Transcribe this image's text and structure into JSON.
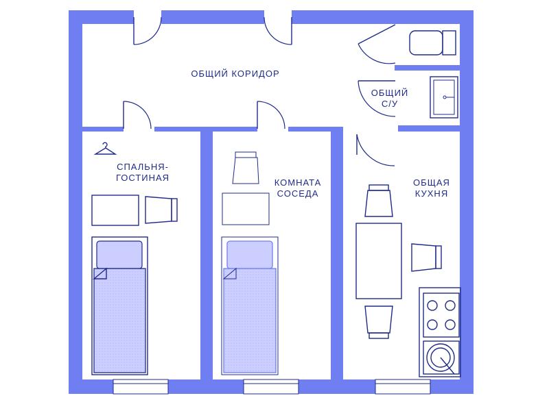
{
  "rooms": {
    "corridor": "ОБЩИЙ КОРИДОР",
    "bathroom_line1": "ОБЩИЙ",
    "bathroom_line2": "С/У",
    "bedroom_line1": "СПАЛЬНЯ-",
    "bedroom_line2": "ГОСТИНАЯ",
    "neighbor_line1": "КОМНАТА",
    "neighbor_line2": "СОСЕДА",
    "kitchen_line1": "ОБЩАЯ",
    "kitchen_line2": "КУХНЯ"
  },
  "icons": [
    "hanger-icon",
    "toilet-icon",
    "sink-icon",
    "stove-icon",
    "kitchen-sink-icon",
    "bed-icon",
    "chair-icon",
    "desk-icon",
    "table-icon",
    "door-icon",
    "window-icon"
  ],
  "colors": {
    "wall": "#6f7ff2",
    "line": "#1e2a8a",
    "bed": "#ccceff"
  }
}
